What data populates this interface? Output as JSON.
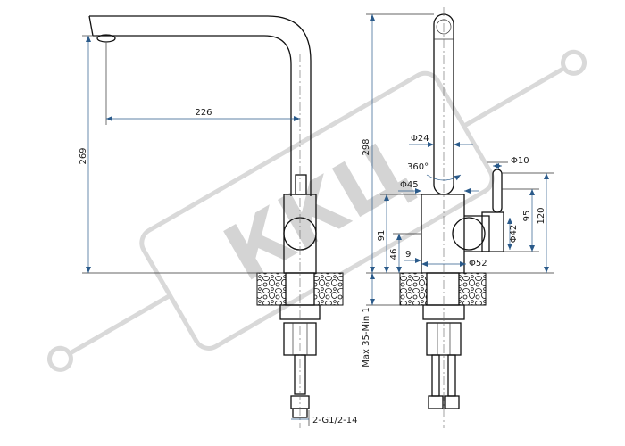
{
  "watermark": {
    "brand": "ККЦ"
  },
  "dimensions": {
    "reach": "226",
    "height_left": "269",
    "height_total": "298",
    "spout_diameter": "Φ24",
    "rotation": "360°",
    "base_diameter_top": "Φ45",
    "lever_diameter": "Φ10",
    "lever_height_95": "95",
    "lever_height_120": "120",
    "body_diameter": "Φ42",
    "height_91": "91",
    "height_46": "46",
    "offset_9": "9",
    "base_diameter": "Φ52",
    "mount_thickness": "Max 35-Min 1",
    "hose_thread": "2-G1/2-14"
  }
}
